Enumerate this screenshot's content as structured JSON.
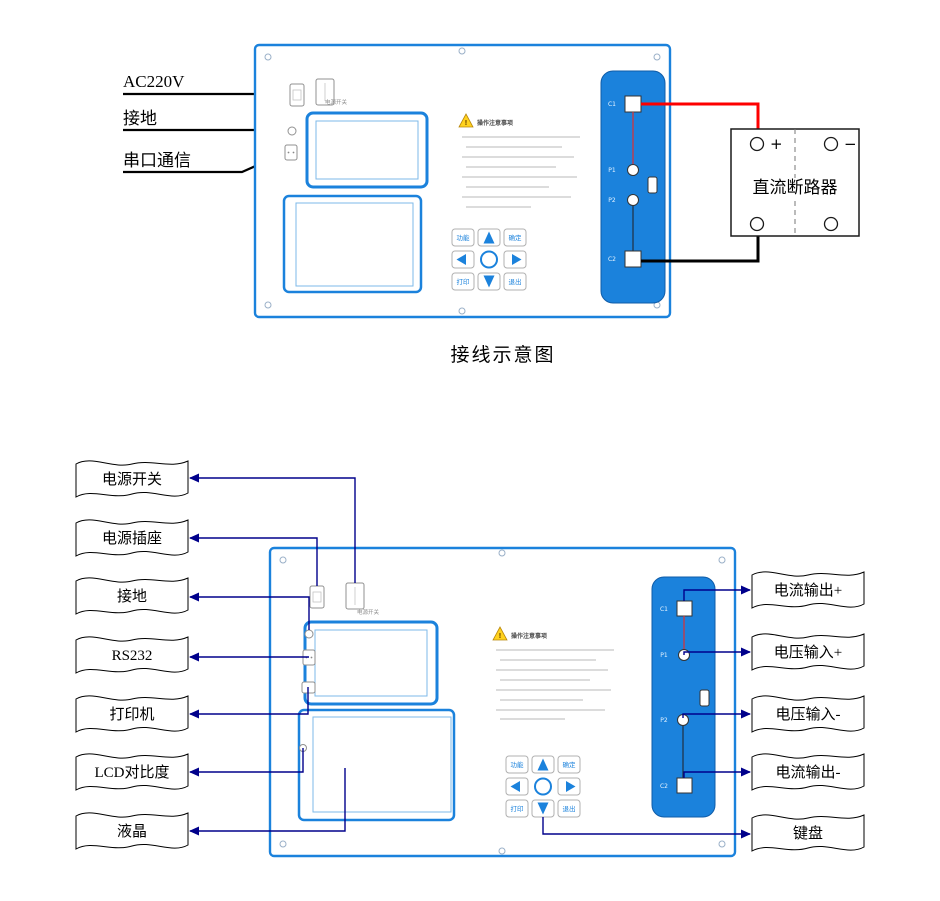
{
  "caption": "接线示意图",
  "top_diagram": {
    "labels": {
      "ac": "AC220V",
      "ground": "接地",
      "serial": "串口通信"
    },
    "breaker": {
      "name": "直流断路器",
      "plus": "+",
      "minus": "−"
    }
  },
  "panel": {
    "power_switch_label": "电源开关",
    "warning_mark": "!",
    "warning_title": "操作注意事项",
    "terminals": {
      "c1": "C1",
      "p1": "P1",
      "p2": "P2",
      "c2": "C2"
    },
    "keypad": {
      "fn": "功能",
      "ok": "确定",
      "print": "打印",
      "exit": "退出"
    }
  },
  "left_flags": [
    {
      "label": "电源开关"
    },
    {
      "label": "电源插座"
    },
    {
      "label": "接地"
    },
    {
      "label": "RS232"
    },
    {
      "label": "打印机"
    },
    {
      "label": "LCD对比度"
    },
    {
      "label": "液晶"
    }
  ],
  "right_flags": [
    {
      "label": "电流输出+"
    },
    {
      "label": "电压输入+"
    },
    {
      "label": "电压输入-"
    },
    {
      "label": "电流输出-"
    },
    {
      "label": "键盘"
    }
  ],
  "colors": {
    "panel_blue": "#1b82dc",
    "connector_navy": "#00008b",
    "wire_red": "#fe0000",
    "wire_black": "#000000"
  }
}
